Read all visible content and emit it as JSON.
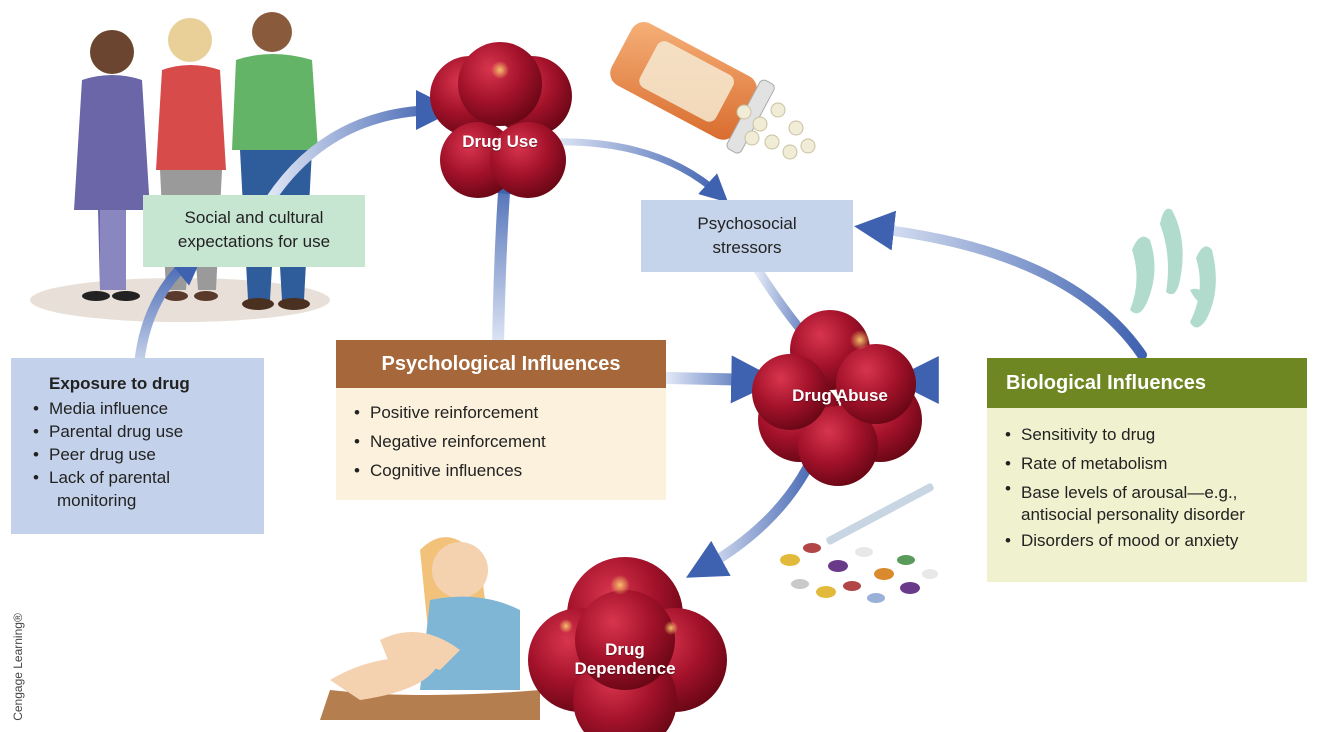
{
  "colors": {
    "sphere_red": "#a3122a",
    "arrow_blue": "#3f62b0",
    "social_box_bg": "#c7e6d2",
    "exposure_box_bg": "#c3d2ea",
    "stressors_box_bg": "#c6d4eb",
    "psych_header_bg": "#a6683a",
    "psych_body_bg": "#fbf1dc",
    "bio_header_bg": "#6f8722",
    "bio_body_bg": "#f0f2cf"
  },
  "nodes": {
    "drug_use": "Drug Use",
    "drug_abuse": "Drug Abuse",
    "drug_dependence": [
      "Drug",
      "Dependence"
    ]
  },
  "social_box": {
    "lines": [
      "Social and cultural",
      "expectations for use"
    ]
  },
  "stressors_box": {
    "lines": [
      "Psychosocial",
      "stressors"
    ]
  },
  "exposure_box": {
    "title": "Exposure to drug",
    "items": [
      "Media influence",
      "Parental drug use",
      "Peer drug use",
      "Lack of parental"
    ],
    "continuation": "monitoring"
  },
  "psych_box": {
    "title": "Psychological Influences",
    "items": [
      "Positive reinforcement",
      "Negative reinforcement",
      "Cognitive influences"
    ]
  },
  "bio_box": {
    "title": "Biological Influences",
    "items": [
      "Sensitivity to drug",
      "Rate of metabolism",
      "Base levels of arousal—e.g.,",
      "Disorders of mood or anxiety"
    ],
    "continuation": "antisocial personality disorder"
  },
  "credit": "Cengage Learning®",
  "illustrations": [
    "people-group",
    "pill-bottle",
    "chromosomes",
    "pills-and-syringe",
    "person-injecting"
  ]
}
